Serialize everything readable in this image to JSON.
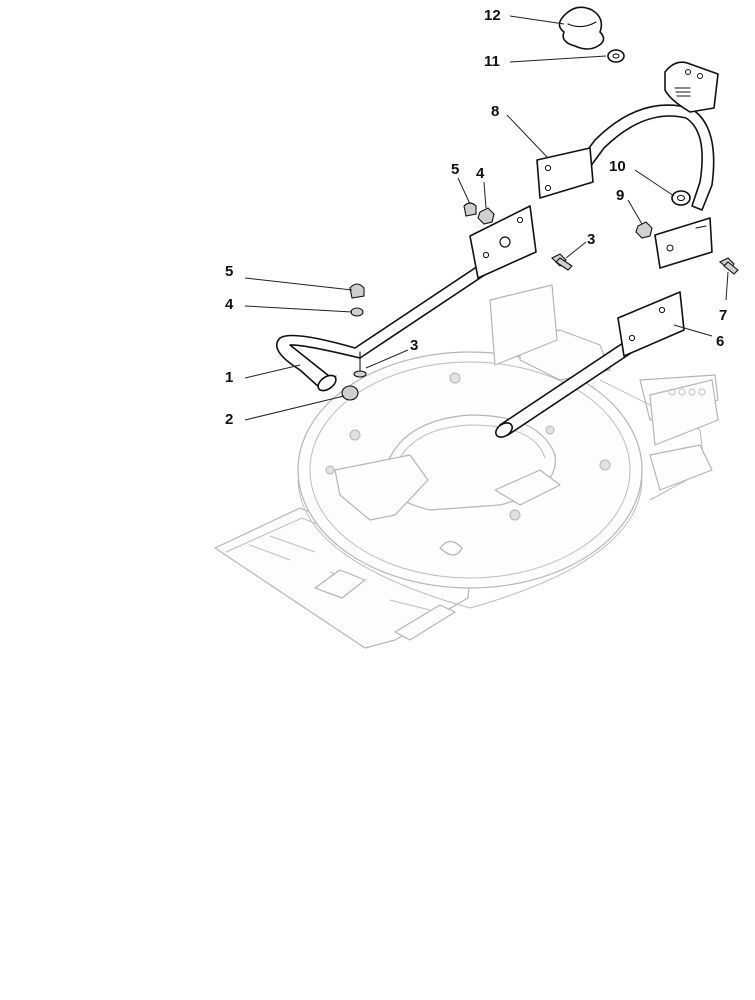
{
  "callouts": [
    {
      "id": "c1",
      "label": "1"
    },
    {
      "id": "c2",
      "label": "2"
    },
    {
      "id": "c3a",
      "label": "3"
    },
    {
      "id": "c3b",
      "label": "3"
    },
    {
      "id": "c4a",
      "label": "4"
    },
    {
      "id": "c4b",
      "label": "4"
    },
    {
      "id": "c5a",
      "label": "5"
    },
    {
      "id": "c5b",
      "label": "5"
    },
    {
      "id": "c6",
      "label": "6"
    },
    {
      "id": "c7",
      "label": "7"
    },
    {
      "id": "c8",
      "label": "8"
    },
    {
      "id": "c9",
      "label": "9"
    },
    {
      "id": "c10",
      "label": "10"
    },
    {
      "id": "c11",
      "label": "11"
    },
    {
      "id": "c12",
      "label": "12"
    }
  ]
}
